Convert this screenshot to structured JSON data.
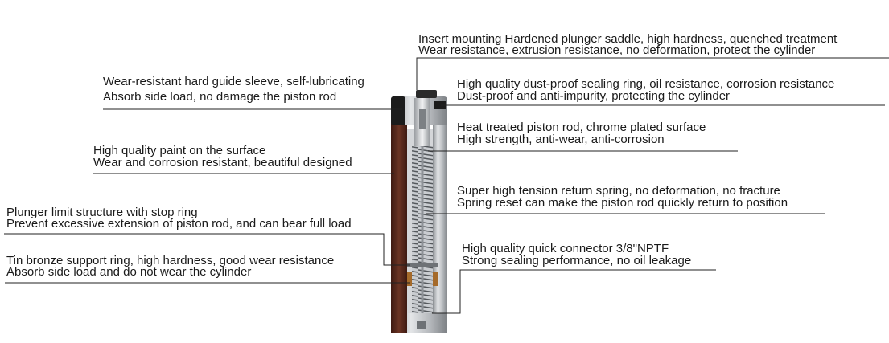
{
  "callouts": {
    "saddle": {
      "line1": "Insert mounting Hardened plunger saddle, high hardness, quenched treatment",
      "line2": "Wear resistance, extrusion resistance, no deformation, protect the cylinder"
    },
    "guide_sleeve": {
      "line1": "Wear-resistant hard guide sleeve, self-lubricating",
      "line2": "Absorb side load, no damage the piston rod"
    },
    "dust_seal": {
      "line1": "High quality dust-proof sealing ring, oil resistance, corrosion resistance",
      "line2": "Dust-proof and anti-impurity, protecting the cylinder"
    },
    "piston_rod": {
      "line1": "Heat treated piston rod, chrome plated surface",
      "line2": "High strength, anti-wear, anti-corrosion"
    },
    "paint": {
      "line1": "High quality paint on the surface",
      "line2": "Wear and corrosion resistant, beautiful designed"
    },
    "spring": {
      "line1": "Super high tension return spring, no deformation, no fracture",
      "line2": "Spring reset can make the piston rod quickly return to position"
    },
    "limit": {
      "line1": "Plunger limit structure with stop ring",
      "line2": "Prevent excessive extension of piston rod, and can bear full load"
    },
    "connector": {
      "line1": "High quality quick connector 3/8\"NPTF",
      "line2": "Strong sealing performance, no oil leakage"
    },
    "support_ring": {
      "line1": "Tin bronze support ring, high hardness, good wear resistance",
      "line2": "Absorb side load and do not wear the cylinder"
    }
  },
  "colors": {
    "cylinder_body": "#5a2a1e",
    "steel": "#b9bcc0",
    "dark_steel": "#6e7276",
    "spring": "#8d9196",
    "seal": "#1c1c1c",
    "bronze": "#a56a2a"
  }
}
